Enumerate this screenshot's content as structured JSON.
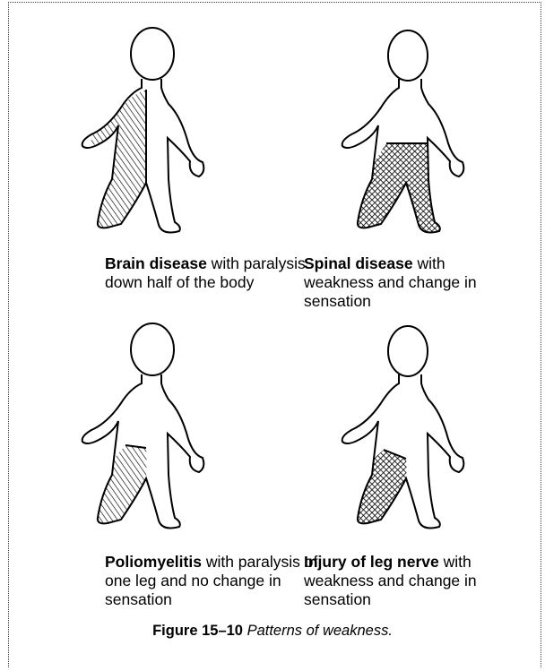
{
  "panels": [
    {
      "bold": "Brain disease",
      "rest": " with paralysis down half of the body",
      "affected": "right-half",
      "pattern": "diagonal-hatch"
    },
    {
      "bold": "Spinal disease",
      "rest": " with weakness and change in sensation",
      "affected": "both-legs",
      "pattern": "cross-hatch"
    },
    {
      "bold": "Poliomyelitis",
      "rest": " with paralysis of one leg and no change in sensation",
      "affected": "one-leg",
      "pattern": "diagonal-hatch"
    },
    {
      "bold": "Injury of leg nerve",
      "rest": " with weakness and change in sensation",
      "affected": "one-leg",
      "pattern": "cross-hatch"
    }
  ],
  "figure": {
    "label": "Figure 15–10",
    "title": " Patterns of weakness."
  }
}
